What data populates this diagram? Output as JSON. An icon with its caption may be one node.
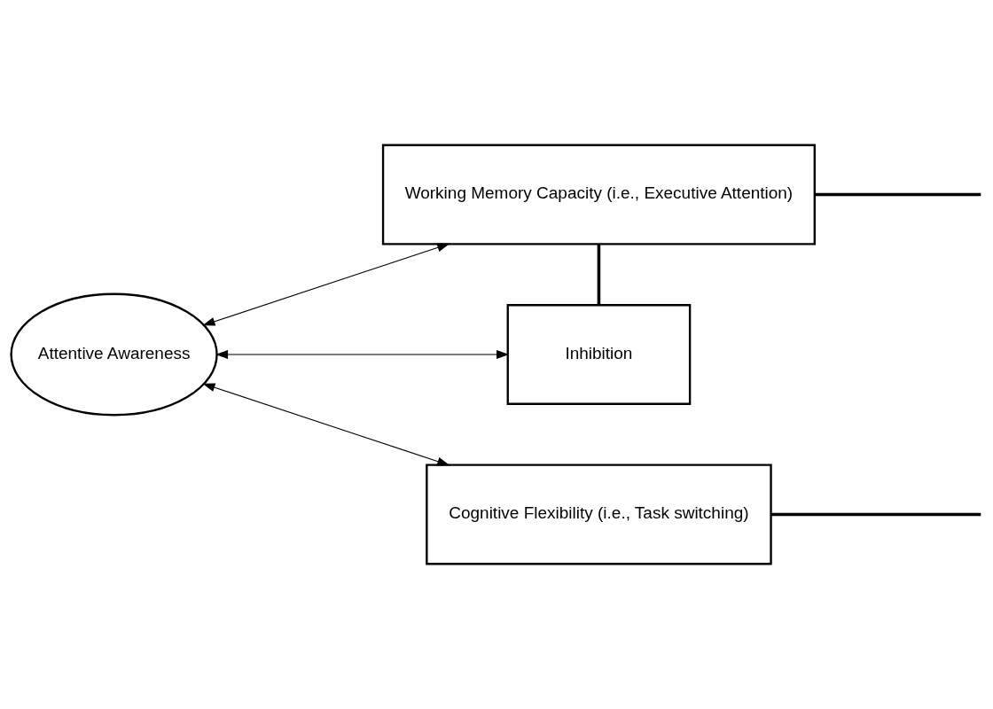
{
  "diagram": {
    "nodes": [
      {
        "text": [
          "Attentive Awareness"
        ]
      },
      {
        "text": [
          "Working Memory Capacity (i.e., Executive Attention)"
        ]
      },
      {
        "text": [
          "Inhibition"
        ]
      },
      {
        "text": [
          "Cognitive Flexibility (i.e., Task switching)"
        ]
      }
    ],
    "edges": [
      {
        "from": 0,
        "to": 1,
        "arrow": "both"
      },
      {
        "from": 0,
        "to": 2,
        "arrow": "both"
      },
      {
        "from": 0,
        "to": 3,
        "arrow": "both"
      },
      {
        "from": 1,
        "to": 2,
        "arrow": "none",
        "style": "thick"
      },
      {
        "from": 1,
        "to": null,
        "arrow": "none",
        "style": "thick"
      },
      {
        "from": 3,
        "to": null,
        "arrow": "none",
        "style": "thick"
      }
    ]
  }
}
